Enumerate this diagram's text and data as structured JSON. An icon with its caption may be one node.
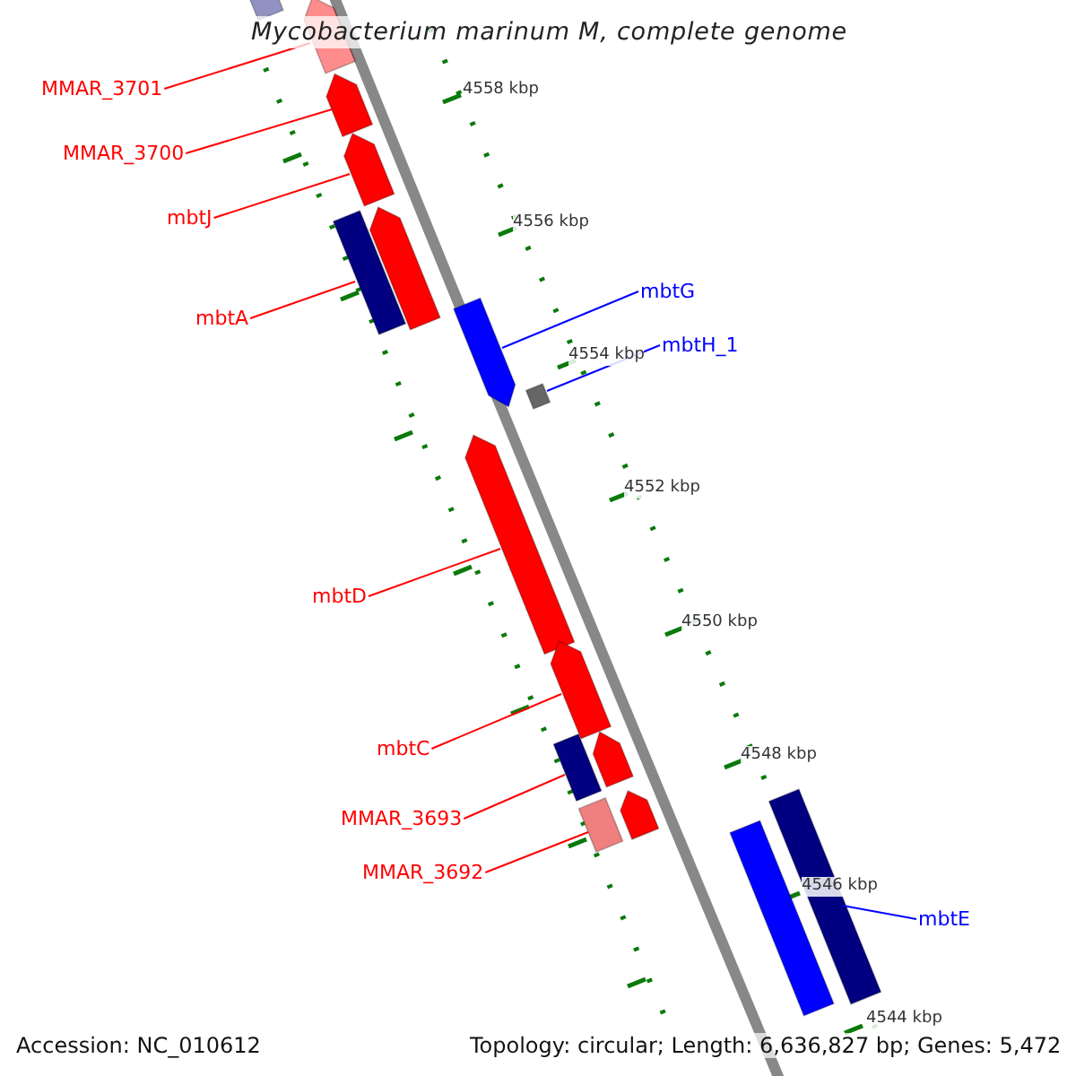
{
  "diagram": {
    "title": "Mycobacterium marinum M, complete genome",
    "nodes": [
      {
        "text": [
          "MMAR_3701"
        ]
      },
      {
        "text": [
          "MMAR_3700"
        ]
      },
      {
        "text": [
          "mbtJ"
        ]
      },
      {
        "text": [
          "mbtA"
        ]
      },
      {
        "text": [
          "mbtG"
        ]
      },
      {
        "text": [
          "mbtH_1"
        ]
      },
      {
        "text": [
          "mbtD"
        ]
      },
      {
        "text": [
          "mbtC"
        ]
      },
      {
        "text": [
          "MMAR_3693"
        ]
      },
      {
        "text": [
          "MMAR_3692"
        ]
      },
      {
        "text": [
          "mbtE"
        ]
      },
      {
        "text": [],
        "shape": "bar"
      },
      {
        "text": [],
        "shape": "bar"
      },
      {
        "text": [],
        "shape": "bar"
      },
      {
        "text": [],
        "shape": "bar"
      },
      {
        "text": [],
        "shape": "bar"
      },
      {
        "text": [],
        "shape": "bar"
      },
      {
        "text": [],
        "shape": "bar"
      },
      {
        "text": [],
        "shape": "box"
      },
      {
        "text": [],
        "shape": "bar"
      },
      {
        "text": [],
        "shape": "bar"
      },
      {
        "text": [],
        "shape": "bar"
      },
      {
        "text": [],
        "shape": "bar"
      },
      {
        "text": [],
        "shape": "bar"
      },
      {
        "text": [],
        "shape": "bar"
      },
      {
        "text": [],
        "shape": "bar"
      },
      {
        "text": [],
        "shape": "bar"
      }
    ],
    "edges": [
      {
        "from": 0,
        "to": 12,
        "arrow": "none"
      },
      {
        "from": 1,
        "to": 13,
        "arrow": "none"
      },
      {
        "from": 2,
        "to": 14,
        "arrow": "none"
      },
      {
        "from": 3,
        "to": 16,
        "arrow": "none"
      },
      {
        "from": 4,
        "to": 17,
        "arrow": "none",
        "color": "#0000ff"
      },
      {
        "from": 5,
        "to": 18,
        "arrow": "none",
        "color": "#0000ff"
      },
      {
        "from": 6,
        "to": 19,
        "arrow": "none"
      },
      {
        "from": 7,
        "to": 20,
        "arrow": "none"
      },
      {
        "from": 8,
        "to": 21,
        "arrow": "none"
      },
      {
        "from": 9,
        "to": 23,
        "arrow": "none"
      },
      {
        "from": 10,
        "to": 26,
        "arrow": "none",
        "color": "#0000ff"
      }
    ],
    "labels": [
      "4558 kbp",
      "4556 kbp",
      "4554 kbp",
      "4552 kbp",
      "4550 kbp",
      "4548 kbp",
      "4546 kbp",
      "4544 kbp",
      "Accession: NC_010612",
      "Topology: circular; Length: 6,636,827 bp; Genes: 5,472"
    ]
  }
}
